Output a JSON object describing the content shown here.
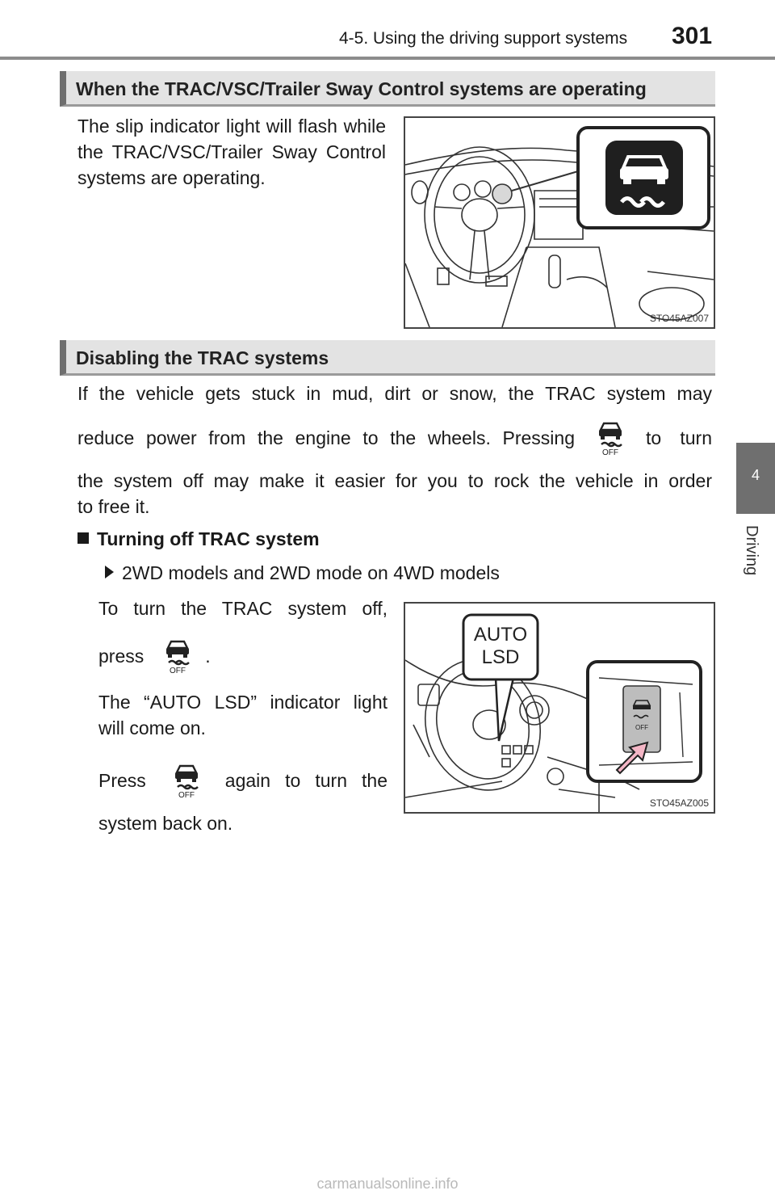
{
  "header": {
    "section_title": "4-5. Using the driving support systems",
    "page_number": "301"
  },
  "side_tab": {
    "chapter_number": "4",
    "chapter_label": "Driving"
  },
  "section1": {
    "heading": "When the TRAC/VSC/Trailer Sway Control systems are operating",
    "body": "The slip indicator light will flash while the TRAC/VSC/Trailer Sway Control systems are operating.",
    "figure_code": "STO45AZ007"
  },
  "section2": {
    "heading": "Disabling the TRAC systems",
    "para_line1": "If the vehicle gets stuck in mud, dirt or snow, the TRAC system may",
    "para_line2_a": "reduce power from the engine to the wheels. Pressing",
    "para_line2_b": "to turn",
    "para_line3": "the system off may make it easier for you to rock the vehicle in order",
    "para_line4": "to free it.",
    "subheading": "Turning off TRAC system",
    "model_note": "2WD models and 2WD mode on 4WD models",
    "step1_line1": "To turn the TRAC system off,",
    "step1_line2": "press",
    "step1_line2_end": ".",
    "step2_line1": "The “AUTO LSD” indicator light",
    "step2_line2": "will come on.",
    "step3_line1_a": "Press",
    "step3_line1_b": "again to turn the",
    "step3_line2": "system back on.",
    "figure_callout_line1": "AUTO",
    "figure_callout_line2": "LSD",
    "figure_code": "STO45AZ005",
    "icon_text": "OFF"
  },
  "watermark": "carmanualsonline.info",
  "icons": {
    "slip_indicator": "car-skid-icon",
    "trac_off_button": "vsc-off-icon",
    "pointer": "press-arrow-icon"
  },
  "colors": {
    "callout_arrow": "#f4b6c6",
    "heading_bar": "#e3e3e3",
    "tab": "#6f6f6f"
  }
}
